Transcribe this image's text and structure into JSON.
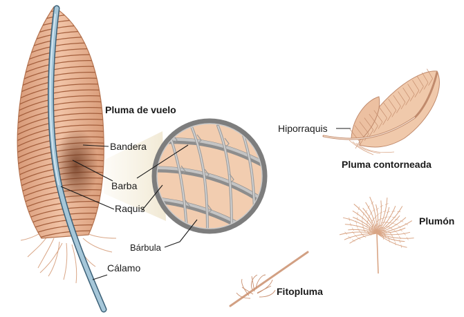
{
  "labels": {
    "flight_feather_title": "Pluma de vuelo",
    "vane": "Bandera",
    "barb": "Barba",
    "rachis": "Raquis",
    "barbule": "Bárbula",
    "calamus": "Cálamo",
    "afterfeather": "Hiporraquis",
    "contour_feather_title": "Pluma contorneada",
    "down_feather_title": "Plumón",
    "filoplume_title": "Fitopluma"
  },
  "colors": {
    "feather_fill": "#e7b596",
    "feather_dark": "#b5734f",
    "barb_line": "#8e4b2e",
    "rachis": "#8fb4c9",
    "rachis_edge": "#3c6178",
    "magnifier_ring": "#8a8a8a",
    "magnifier_bg": "#f4d3b8",
    "magnifier_barb": "#9d9d9d",
    "contour_fill": "#f0c9ab",
    "down_line": "#d9a585"
  }
}
